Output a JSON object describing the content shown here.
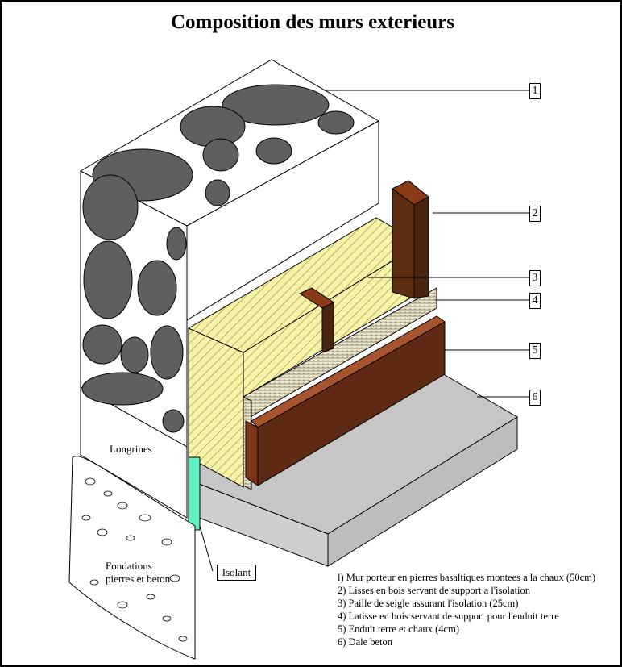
{
  "title": "Composition des murs exterieurs",
  "callouts": [
    "1",
    "2",
    "3",
    "4",
    "5",
    "6"
  ],
  "labels": {
    "longrines": "Longrines",
    "fondations_line1": "Fondations",
    "fondations_line2": "pierres et beton",
    "isolant": "Isolant"
  },
  "legend": [
    "l) Mur porteur en pierres basaltiques montees a la chaux (50cm)",
    "2) Lisses en bois servant de support a l'isolation",
    "3) Paille de seigle assurant l'isolation (25cm)",
    "4) Latisse en bois servant de support pour l'enduit terre",
    "5) Enduit terre et chaux (4cm)",
    "6) Dale beton"
  ],
  "colors": {
    "stone": "#5f5f5f",
    "straw": "#f6f3a8",
    "wood": "#5a2a12",
    "render": "#6b2a12",
    "insulation": "#5ef0c4",
    "slab": "#c8c8c8"
  }
}
